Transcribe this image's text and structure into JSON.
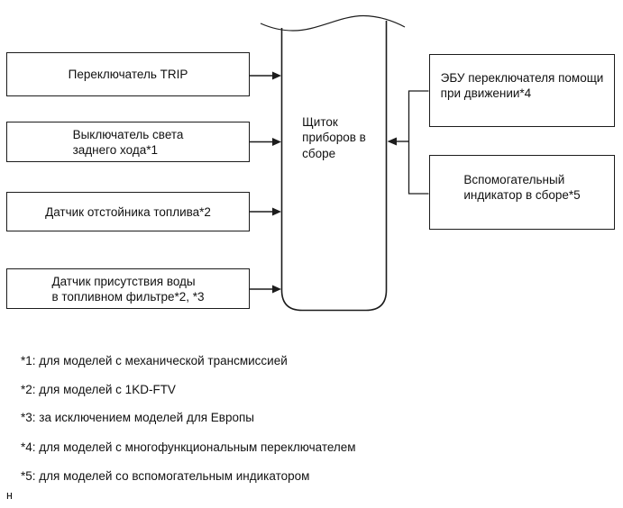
{
  "colors": {
    "line": "#1c1c1c",
    "text": "#111111",
    "background": "#ffffff"
  },
  "diagram": {
    "center_box": {
      "label": "Щиток\nприборов в\nсборе"
    },
    "left_boxes": [
      {
        "label": "Переключатель TRIP"
      },
      {
        "label": "Выключатель света\nзаднего хода*1"
      },
      {
        "label": "Датчик отстойника топлива*2"
      },
      {
        "label": "Датчик присутствия воды\nв топливном фильтре*2, *3"
      }
    ],
    "right_boxes": [
      {
        "label": "ЭБУ переключателя помощи\nпри движении*4"
      },
      {
        "label": "Вспомогательный\nиндикатор в сборе*5"
      }
    ],
    "footnotes": [
      "*1: для моделей с механической трансмиссией",
      "*2: для моделей с 1KD-FTV",
      "*3: за исключением моделей для Европы",
      "*4: для моделей с многофункциональным переключателем",
      "*5: для моделей со вспомогательным индикатором"
    ],
    "corner_char": "н"
  }
}
